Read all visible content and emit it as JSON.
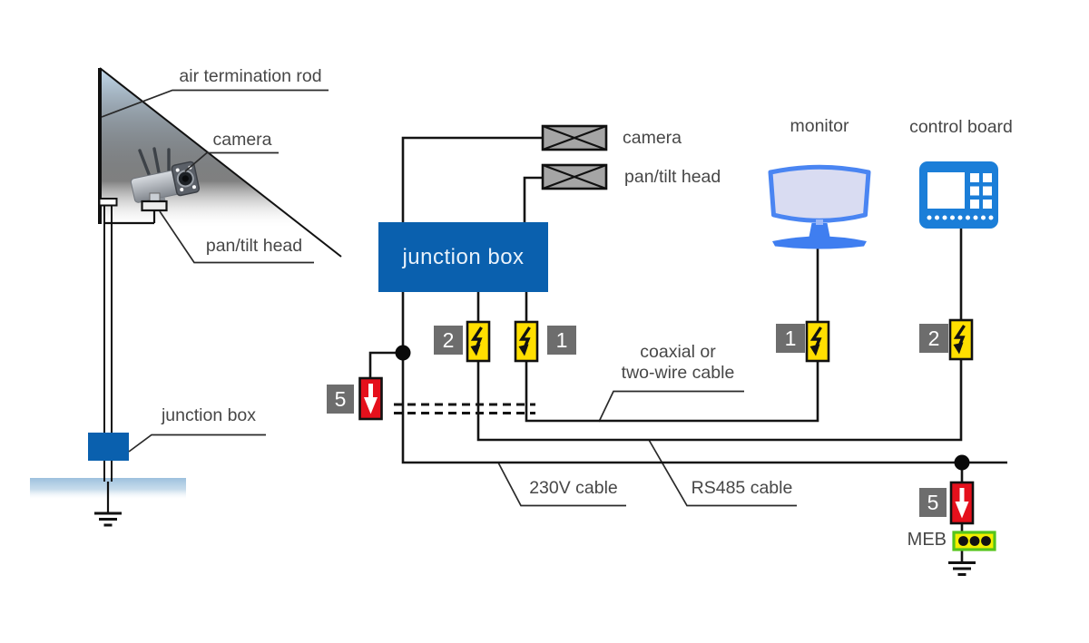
{
  "pole_section": {
    "air_termination_rod": "air termination rod",
    "camera": "camera",
    "pan_tilt_head": "pan/tilt head",
    "junction_box": "junction box"
  },
  "main_section": {
    "junction_box": "junction box",
    "camera": "camera",
    "pan_tilt_head": "pan/tilt head",
    "monitor": "monitor",
    "control_board": "control board",
    "meb": "MEB"
  },
  "cable_labels": {
    "coaxial_line1": "coaxial or",
    "coaxial_line2": "two-wire cable",
    "power": "230V cable",
    "rs485": "RS485 cable"
  },
  "spd_tags": {
    "jb_power": "2",
    "jb_signal": "1",
    "monitor_signal": "1",
    "control_power": "2",
    "pole_arrester": "5",
    "meb_arrester": "5"
  },
  "icons": [
    "air-termination-rod",
    "security-camera-icon",
    "pan-tilt-bracket",
    "crossed-box-symbol",
    "spd-lightning-icon",
    "spark-gap-arrester-icon",
    "monitor-icon",
    "control-board-icon",
    "meb-busbar-icon",
    "earth-ground-icon",
    "junction-node-dot"
  ],
  "colors": {
    "line": "#141414",
    "label_text": "#474747",
    "junction_blue": "#0a60ae",
    "spd_yellow": "#ffdf00",
    "arrester_red": "#e5101c",
    "tag_gray": "#6d6d6d",
    "symbol_gray": "#a5a5a5",
    "meb_yellow": "#f2ee00",
    "meb_green": "#55c41c",
    "monitor_blue": "#4a85f2",
    "monitor_screen": "#d9dcf2",
    "control_blue": "#1b7ed8",
    "zone_blue": "#c3d9ec",
    "ground_band_blue": "#a6c6e0"
  }
}
